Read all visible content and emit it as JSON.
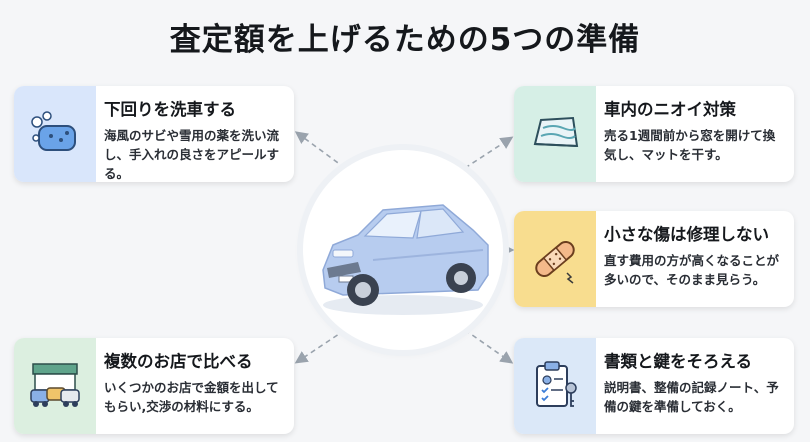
{
  "title": "査定額を上げるための5つの準備",
  "cards": [
    {
      "heading": "下回りを洗車する",
      "body": "海風のサビや雪用の薬を洗い流し、手入れの良さをアピールする。",
      "icon": "sponge-icon"
    },
    {
      "heading": "複数のお店で比べる",
      "body": "いくつかのお店で金額を出してもらい,交渉の材料にする。",
      "icon": "dealership-icon"
    },
    {
      "heading": "車内のニオイ対策",
      "body": "売る1週間前から窓を開けて換気し、マットを干す。",
      "icon": "car-window-icon"
    },
    {
      "heading": "小さな傷は修理しない",
      "body": "直す費用の方が高くなることが多いので、そのまま見らう。",
      "icon": "bandage-icon"
    },
    {
      "heading": "書類と鍵をそろえる",
      "body": "説明書、整備の記録ノート、予備の鍵を準備しておく。",
      "icon": "clipboard-key-icon"
    }
  ],
  "colors": {
    "background": "#f5f6f8",
    "card": "#ffffff",
    "blue_tile": "#d9e6fb",
    "mint_tile": "#d6efe6",
    "yellow_tile": "#f8dd8f",
    "green_tile": "#dcefe0",
    "sky_tile": "#dbe8f8",
    "car_body": "#b7ccef"
  }
}
